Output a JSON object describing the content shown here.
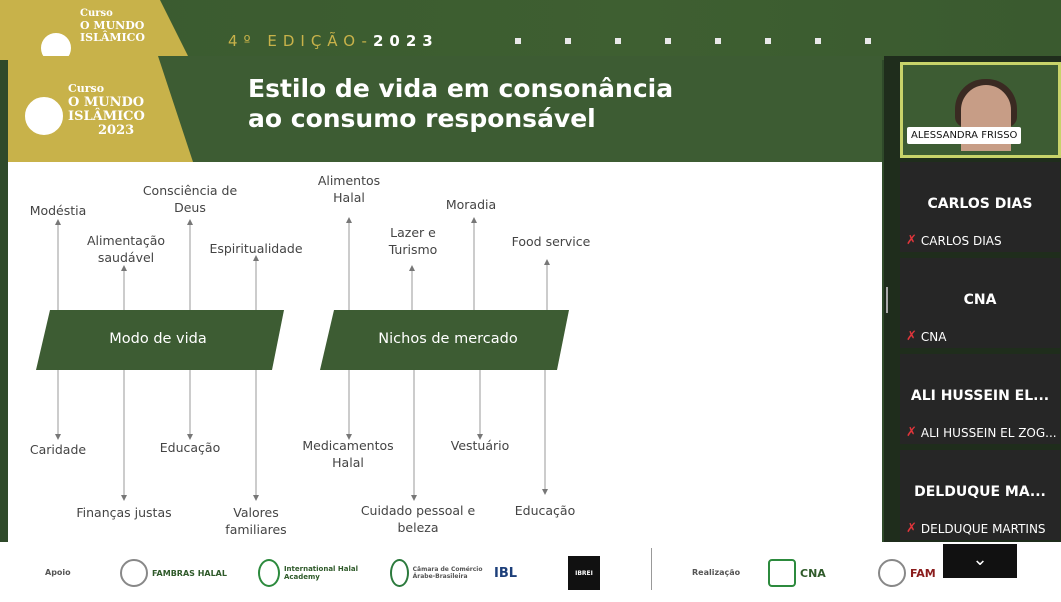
{
  "banner": {
    "logo_text": [
      "Curso",
      "O MUNDO",
      "ISLÂMICO"
    ],
    "edition": "4º EDIÇÃO-",
    "year": "2023"
  },
  "slide": {
    "logo_text": [
      "Curso",
      "O MUNDO",
      "ISLÂMICO",
      "2023"
    ],
    "title_line1": "Estilo de vida em consonância",
    "title_line2": "ao consumo responsável",
    "box_left": "Modo de vida",
    "box_right": "Nichos de mercado",
    "left_top": [
      "Modéstia",
      "Alimentação saudável",
      "Consciência de Deus",
      "Espiritualidade"
    ],
    "left_bottom": [
      "Caridade",
      "Finanças justas",
      "Educação",
      "Valores familiares"
    ],
    "right_top": [
      "Alimentos Halal",
      "Lazer e Turismo",
      "Moradia",
      "Food service"
    ],
    "right_bottom": [
      "Medicamentos Halal",
      "Cuidado pessoal e beleza",
      "Vestuário",
      "Educação"
    ]
  },
  "footer": {
    "apoio": "Apoio",
    "realizacao": "Realização",
    "sponsors": [
      "FAMBRAS HALAL",
      "International Halal Academy",
      "Câmara de Comércio Árabe-Brasileira",
      "IBL",
      "IBREI",
      "CNA",
      "FAM"
    ]
  },
  "participants": [
    {
      "big": "",
      "small": "ALESSANDRA FRISSO",
      "active": true
    },
    {
      "big": "CARLOS DIAS",
      "small": "CARLOS DIAS",
      "muted": true
    },
    {
      "big": "CNA",
      "small": "CNA",
      "muted": true
    },
    {
      "big": "ALI HUSSEIN EL...",
      "small": "ALI HUSSEIN EL ZOG...",
      "muted": true
    },
    {
      "big": "DELDUQUE MA...",
      "small": "DELDUQUE MARTINS",
      "muted": true
    }
  ],
  "colors": {
    "green": "#3d5c33",
    "gold": "#c8b24a",
    "mic_muted": "#e0353b"
  }
}
